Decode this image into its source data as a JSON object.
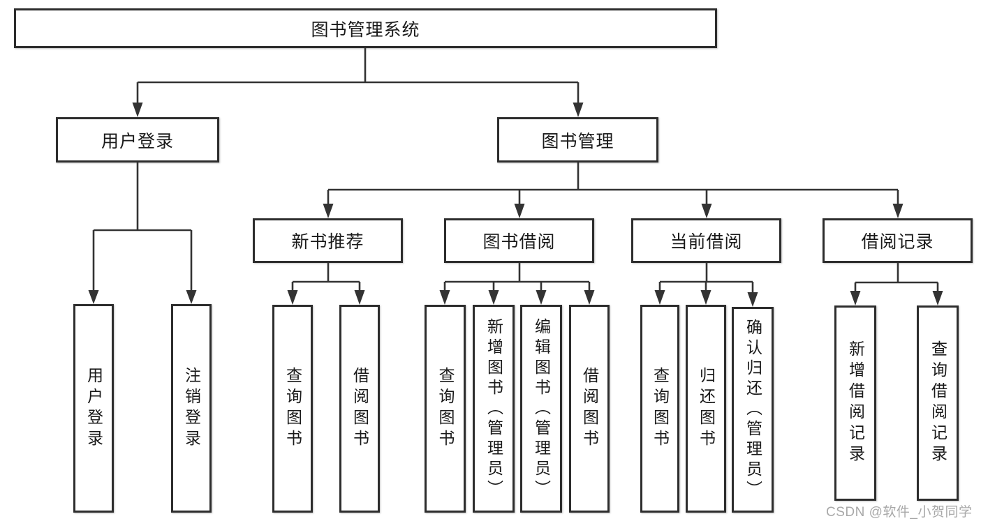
{
  "nodes": {
    "root": {
      "label": "图书管理系统"
    },
    "user_login": {
      "label": "用户登录",
      "children": [
        "用户登录",
        "注销登录"
      ]
    },
    "book_mgmt": {
      "label": "图书管理"
    },
    "new_books": {
      "label": "新书推荐",
      "children": [
        "查询图书",
        "借阅图书"
      ]
    },
    "book_borrow": {
      "label": "图书借阅",
      "children": [
        "查询图书",
        "新增图书（管理员）",
        "编辑图书（管理员）",
        "借阅图书"
      ]
    },
    "current_borrow": {
      "label": "当前借阅",
      "children": [
        "查询图书",
        "归还图书",
        "确认归还（管理员）"
      ]
    },
    "borrow_records": {
      "label": "借阅记录",
      "children": [
        "新增借阅记录",
        "查询借阅记录"
      ]
    }
  },
  "watermark": "CSDN @软件_小贺同学",
  "colors": {
    "line": "#333333",
    "box_border": "#2d2d2d",
    "text": "#1a1a1a",
    "watermark": "#a8a8a8"
  }
}
